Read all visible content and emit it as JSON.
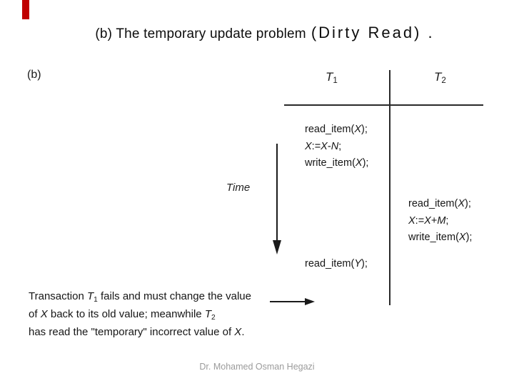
{
  "slide": {
    "title_part1": "(b) The temporary update problem",
    "title_part2": "(Dirty Read) .",
    "footer": "Dr. Mohamed Osman Hegazi",
    "accent_color": "#c00000"
  },
  "figure": {
    "label": "(b)",
    "time_label": "Time",
    "col_headers": [
      [
        {
          "t": "T",
          "i": 1
        },
        {
          "t": "1",
          "s": 1
        }
      ],
      [
        {
          "t": "T",
          "i": 1
        },
        {
          "t": "2",
          "s": 1
        }
      ]
    ],
    "t1_ops": [
      [
        {
          "t": "read_item("
        },
        {
          "t": "X",
          "i": 1
        },
        {
          "t": ");"
        }
      ],
      [
        {
          "t": "X",
          "i": 1
        },
        {
          "t": ":="
        },
        {
          "t": "X",
          "i": 1
        },
        {
          "t": "-"
        },
        {
          "t": "N",
          "i": 1
        },
        {
          "t": ";"
        }
      ],
      [
        {
          "t": "write_item("
        },
        {
          "t": "X",
          "i": 1
        },
        {
          "t": ");"
        }
      ]
    ],
    "t2_ops": [
      [
        {
          "t": "read_item("
        },
        {
          "t": "X",
          "i": 1
        },
        {
          "t": ");"
        }
      ],
      [
        {
          "t": "X",
          "i": 1
        },
        {
          "t": ":="
        },
        {
          "t": "X",
          "i": 1
        },
        {
          "t": "+"
        },
        {
          "t": "M",
          "i": 1
        },
        {
          "t": ";"
        }
      ],
      [
        {
          "t": "write_item("
        },
        {
          "t": "X",
          "i": 1
        },
        {
          "t": ");"
        }
      ]
    ],
    "read_y": [
      {
        "t": "read_item("
      },
      {
        "t": "Y",
        "i": 1
      },
      {
        "t": ");"
      }
    ],
    "caption": [
      [
        {
          "t": "Transaction "
        },
        {
          "t": "T",
          "i": 1
        },
        {
          "t": "1",
          "s": 1
        },
        {
          "t": " fails and must change the value"
        }
      ],
      [
        {
          "t": "of "
        },
        {
          "t": "X",
          "i": 1
        },
        {
          "t": " back to its old value; meanwhile "
        },
        {
          "t": "T",
          "i": 1
        },
        {
          "t": "2",
          "s": 1
        }
      ],
      [
        {
          "t": "has read the \"temporary\" incorrect value of "
        },
        {
          "t": "X",
          "i": 1
        },
        {
          "t": "."
        }
      ]
    ]
  }
}
